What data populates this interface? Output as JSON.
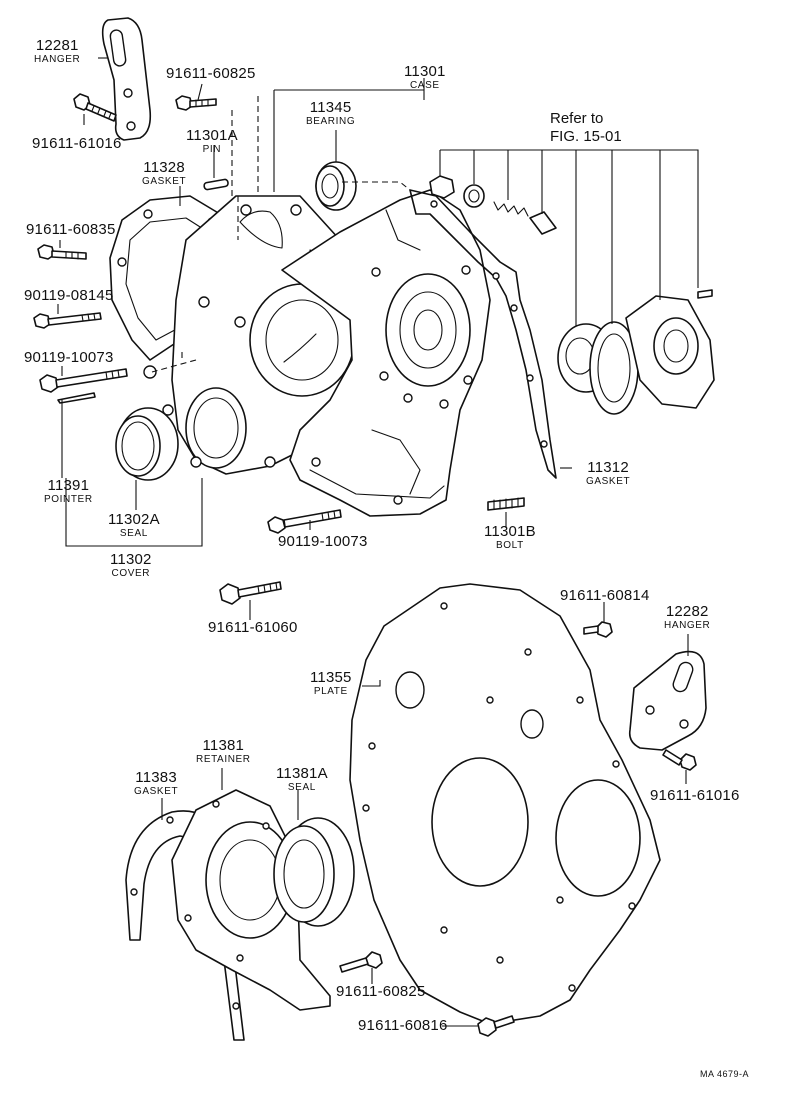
{
  "parts": [
    {
      "id": "hanger_12281",
      "number": "12281",
      "name": "HANGER"
    },
    {
      "id": "bolt_91611_61016_top",
      "number": "91611-61016",
      "name": ""
    },
    {
      "id": "bolt_91611_60825_top",
      "number": "91611-60825",
      "name": ""
    },
    {
      "id": "case_11301",
      "number": "11301",
      "name": "CASE"
    },
    {
      "id": "bearing_11345",
      "number": "11345",
      "name": "BEARING"
    },
    {
      "id": "pin_11301A",
      "number": "11301A",
      "name": "PIN"
    },
    {
      "id": "gasket_11328",
      "number": "11328",
      "name": "GASKET"
    },
    {
      "id": "bolt_91611_60835",
      "number": "91611-60835",
      "name": ""
    },
    {
      "id": "bolt_90119_08145",
      "number": "90119-08145",
      "name": ""
    },
    {
      "id": "bolt_90119_10073_left",
      "number": "90119-10073",
      "name": ""
    },
    {
      "id": "pointer_11391",
      "number": "11391",
      "name": "POINTER"
    },
    {
      "id": "seal_11302A",
      "number": "11302A",
      "name": "SEAL"
    },
    {
      "id": "cover_11302",
      "number": "11302",
      "name": "COVER"
    },
    {
      "id": "bolt_90119_10073_mid",
      "number": "90119-10073",
      "name": ""
    },
    {
      "id": "gasket_11312",
      "number": "11312",
      "name": "GASKET"
    },
    {
      "id": "bolt_11301B",
      "number": "11301B",
      "name": "BOLT"
    },
    {
      "id": "bolt_91611_61060",
      "number": "91611-61060",
      "name": ""
    },
    {
      "id": "bolt_91611_60814",
      "number": "91611-60814",
      "name": ""
    },
    {
      "id": "hanger_12282",
      "number": "12282",
      "name": "HANGER"
    },
    {
      "id": "plate_11355",
      "number": "11355",
      "name": "PLATE"
    },
    {
      "id": "bolt_91611_61016_right",
      "number": "91611-61016",
      "name": ""
    },
    {
      "id": "retainer_11381",
      "number": "11381",
      "name": "RETAINER"
    },
    {
      "id": "seal_11381A",
      "number": "11381A",
      "name": "SEAL"
    },
    {
      "id": "gasket_11383",
      "number": "11383",
      "name": "GASKET"
    },
    {
      "id": "bolt_91611_60825_bottom",
      "number": "91611-60825",
      "name": ""
    },
    {
      "id": "bolt_91611_60816",
      "number": "91611-60816",
      "name": ""
    }
  ],
  "reference": {
    "line1": "Refer to",
    "line2": "FIG. 15-01"
  },
  "drawing_code": "MA 4679-A"
}
